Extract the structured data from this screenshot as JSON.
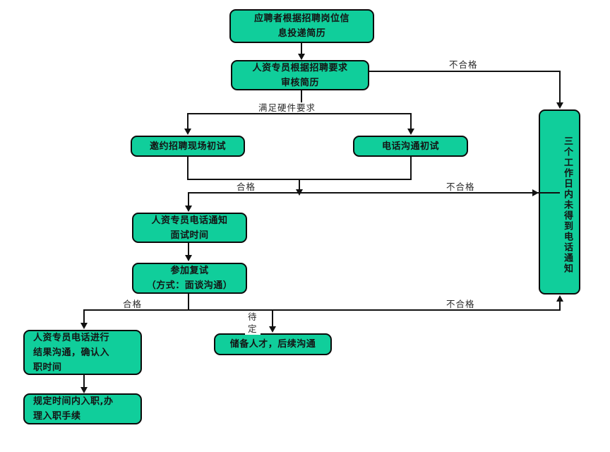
{
  "diagram": {
    "title": "招聘流程图",
    "palette": {
      "node_fill": "#10CE9B",
      "node_border": "#0a0a0a",
      "line": "#111111",
      "background": "#ffffff",
      "text": "#141414"
    },
    "nodes": [
      {
        "id": "apply",
        "text": "应聘者根据招聘岗位信\n息投递简历"
      },
      {
        "id": "screen",
        "text": "人资专员根据招聘要求\n审核简历"
      },
      {
        "id": "onsite",
        "text": "邀约招聘现场初试"
      },
      {
        "id": "phone",
        "text": "电话沟通初试"
      },
      {
        "id": "notify",
        "text": "人资专员电话通知\n面试时间"
      },
      {
        "id": "second",
        "text": "参加复试\n（方式：面谈沟通）"
      },
      {
        "id": "result",
        "text": "人资专员电话进行\n结果沟通，确认入\n职时间"
      },
      {
        "id": "onboard",
        "text": "规定时间内入职,办\n理入职手续"
      },
      {
        "id": "talentpool",
        "text": "储备人才，后续沟通"
      },
      {
        "id": "norespond",
        "text": "三个工作日内未得到电话通知"
      }
    ],
    "edge_labels": [
      {
        "id": "reject-screen",
        "text": "不合格"
      },
      {
        "id": "meet-hardware",
        "text": "满足硬件要求"
      },
      {
        "id": "pass-first",
        "text": "合格"
      },
      {
        "id": "reject-first",
        "text": "不合格"
      },
      {
        "id": "pass-second",
        "text": "合格"
      },
      {
        "id": "pending",
        "text": "待\n定"
      },
      {
        "id": "reject-second",
        "text": "不合格"
      }
    ]
  }
}
